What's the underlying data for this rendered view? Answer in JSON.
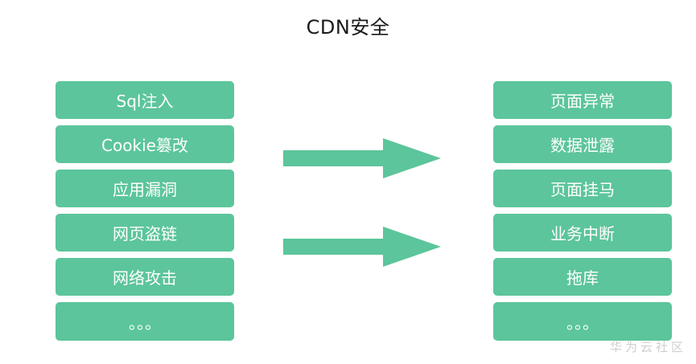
{
  "title": "CDN安全",
  "left_items": [
    "Sql注入",
    "Cookie篡改",
    "应用漏洞",
    "网页盗链",
    "网络攻击",
    "。。。"
  ],
  "right_items": [
    "页面异常",
    "数据泄露",
    "页面挂马",
    "业务中断",
    "拖库",
    "。。。"
  ],
  "watermark": "华为云社区",
  "colors": {
    "box": "#5cc59b",
    "arrow": "#5cc59b",
    "title": "#1a1a1a"
  }
}
